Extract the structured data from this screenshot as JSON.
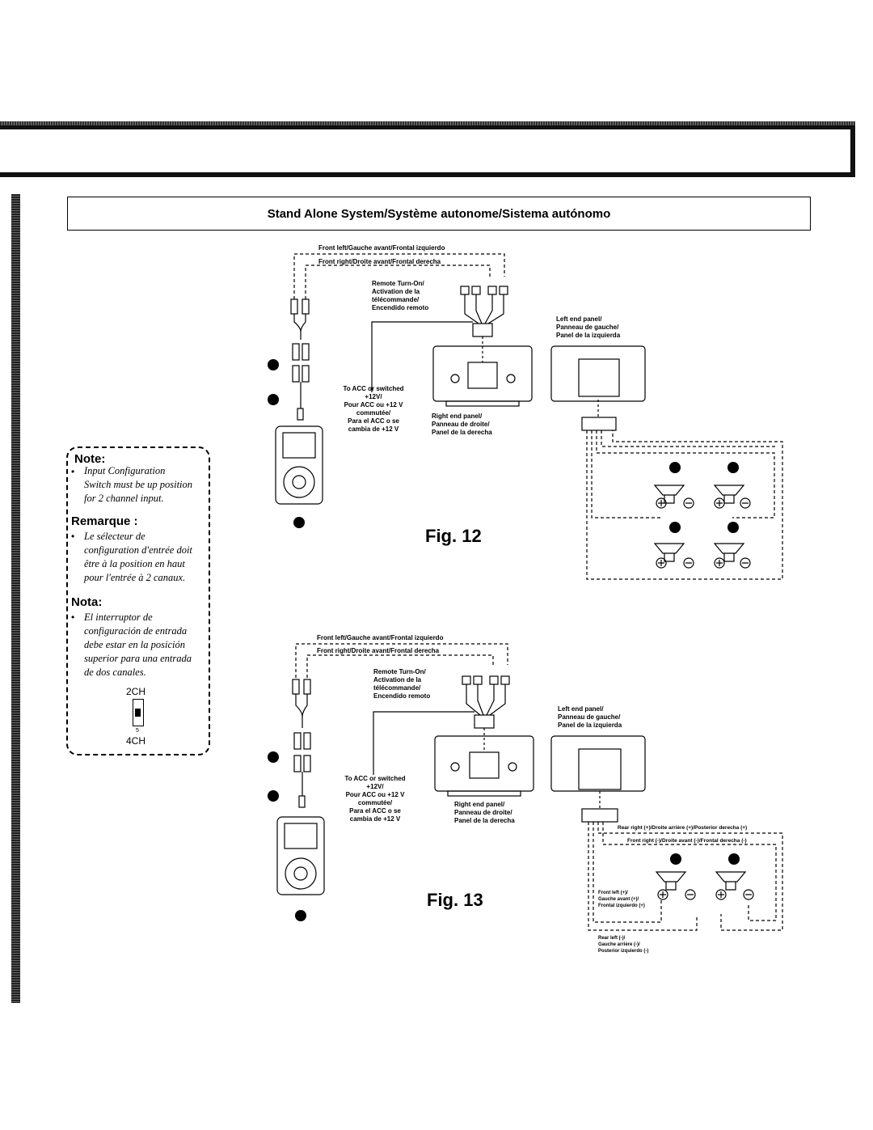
{
  "title": "Stand Alone System/Système autonome/Sistema autónomo",
  "note": {
    "heading": "Note:",
    "lines": [
      "Input Configuration",
      "Switch must be up position",
      "for 2 channel input."
    ]
  },
  "remarque": {
    "heading": "Remarque :",
    "lines": [
      "Le sélecteur de",
      "configuration d'entrée doit",
      "être à la position en haut",
      "pour l'entrée à 2 canaux."
    ]
  },
  "nota": {
    "heading": "Nota:",
    "lines": [
      "El interruptor de",
      "configuración de entrada",
      "debe estar en la posición",
      "superior para una entrada",
      "de dos canales."
    ]
  },
  "switch": {
    "top": "2CH",
    "mid": "5",
    "bottom": "4CH"
  },
  "fig12": {
    "label": "Fig. 12",
    "front_left": "Front left/Gauche avant/Frontal izquierdo",
    "front_right": "Front right/Droite avant/Frontal derecha",
    "remote": [
      "Remote Turn-On/",
      "Activation de la",
      "télécommande/",
      "Encendido remoto"
    ],
    "acc": [
      "To ACC or switched",
      "+12V/",
      "Pour ACC ou +12 V",
      "commutée/",
      "Para el ACC o se",
      "cambia de +12 V"
    ],
    "right_panel": [
      "Right end panel/",
      "Panneau de droite/",
      "Panel de la derecha"
    ],
    "left_panel": [
      "Left end panel/",
      "Panneau de gauche/",
      "Panel de la izquierda"
    ]
  },
  "fig13": {
    "label": "Fig. 13",
    "front_left": "Front left/Gauche avant/Frontal izquierdo",
    "front_right": "Front right/Droite avant/Frontal derecha",
    "remote": [
      "Remote Turn-On/",
      "Activation de la",
      "télécommande/",
      "Encendido remoto"
    ],
    "acc": [
      "To ACC or switched",
      "+12V/",
      "Pour ACC ou +12 V",
      "commutée/",
      "Para el ACC o se",
      "cambia de +12 V"
    ],
    "right_panel": [
      "Right end panel/",
      "Panneau de droite/",
      "Panel de la derecha"
    ],
    "left_panel": [
      "Left end panel/",
      "Panneau de gauche/",
      "Panel de la izquierda"
    ],
    "rear_right": "Rear right (+)/Droite arrière (+)/Posterior derecha (+)",
    "front_right_neg": "Front right (-)/Droite avant (-)/Frontal derecha (-)",
    "front_left_pos": [
      "Front left (+)/",
      "Gauche avant (+)/",
      "Frontal izquierdo (+)"
    ],
    "rear_left": [
      "Rear left (-)/",
      "Gauche arrière (-)/",
      "Posterior izquierdo (-)"
    ]
  }
}
